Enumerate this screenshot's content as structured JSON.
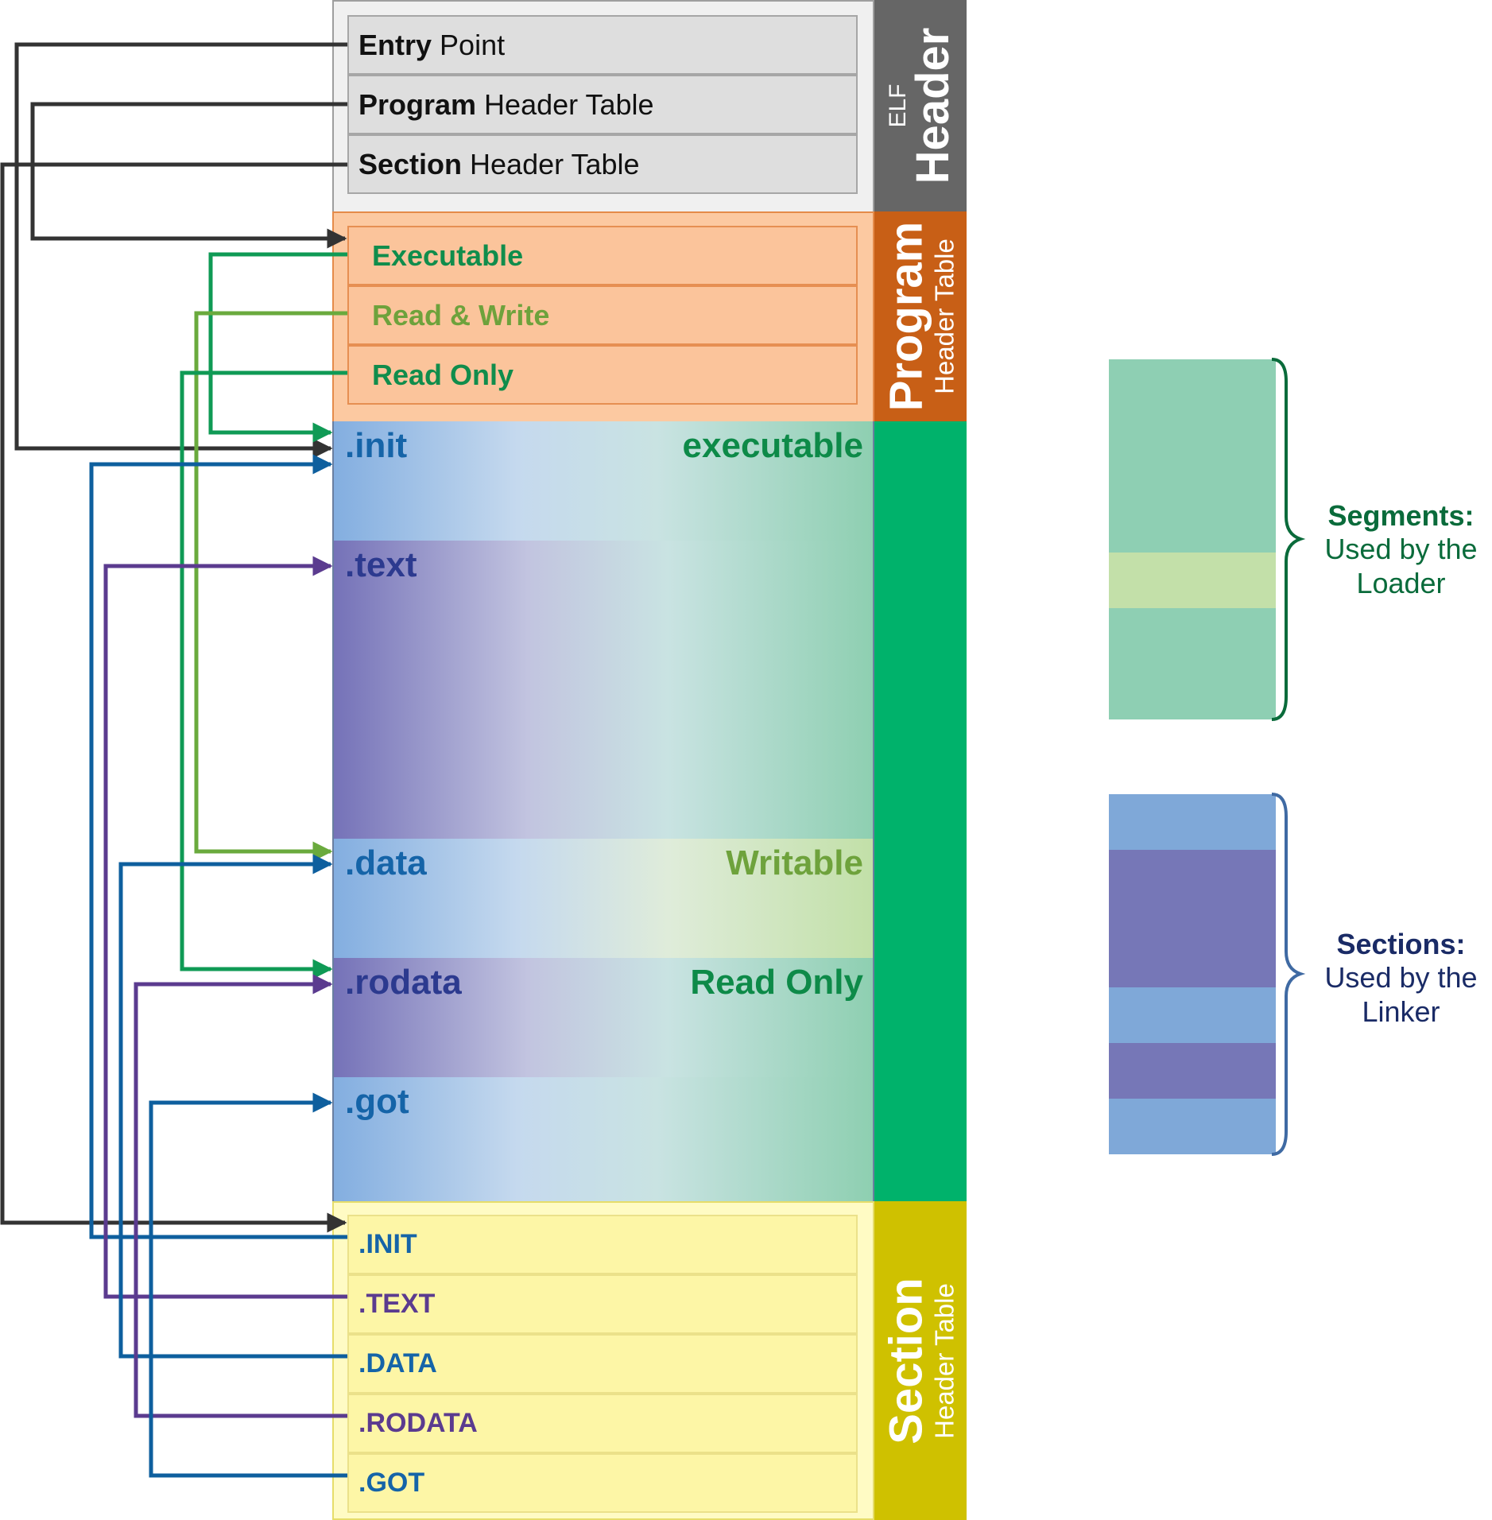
{
  "colors": {
    "elf_band": "#666666",
    "program_band": "#c85f16",
    "sections_band": "#00b26b",
    "section_table_band": "#cfc100",
    "arrow_black": "#333333",
    "arrow_green": "#0f9a55",
    "arrow_lightgreen": "#6aaa3d",
    "arrow_blue": "#0e5f9e",
    "arrow_purple": "#5b3b8f",
    "segments_text": "#0a6b3b",
    "sections_text": "#1a2b66"
  },
  "elf_header": {
    "band_small": "ELF",
    "band_big": "Header",
    "rows": [
      {
        "bold": "Entry",
        "rest": "Point"
      },
      {
        "bold": "Program",
        "rest": "Header Table"
      },
      {
        "bold": "Section",
        "rest": "Header Table"
      }
    ]
  },
  "program_header_table": {
    "band_big": "Program",
    "band_small": "Header Table",
    "rows": [
      {
        "label": "Executable",
        "color": "#108d4c"
      },
      {
        "label": "Read & Write",
        "color": "#6ea23c"
      },
      {
        "label": "Read Only",
        "color": "#108d4c"
      }
    ]
  },
  "sections": [
    {
      "name": ".init",
      "flag": "executable",
      "name_color": "#1564a8",
      "flag_color": "#0d8a48"
    },
    {
      "name": ".text",
      "flag": "",
      "name_color": "#2c3a8f",
      "flag_color": ""
    },
    {
      "name": ".data",
      "flag": "Writable",
      "name_color": "#1564a8",
      "flag_color": "#6ea23c"
    },
    {
      "name": ".rodata",
      "flag": "Read Only",
      "name_color": "#2c3a8f",
      "flag_color": "#0d8a48"
    },
    {
      "name": ".got",
      "flag": "",
      "name_color": "#1564a8",
      "flag_color": ""
    }
  ],
  "section_header_table": {
    "band_big": "Section",
    "band_small": "Header Table",
    "rows": [
      {
        "label": ".INIT",
        "color": "#1564a8"
      },
      {
        "label": ".TEXT",
        "color": "#5b3b8f"
      },
      {
        "label": ".DATA",
        "color": "#1564a8"
      },
      {
        "label": ".RODATA",
        "color": "#5b3b8f"
      },
      {
        "label": ".GOT",
        "color": "#1564a8"
      }
    ]
  },
  "legend": {
    "segments": {
      "title": "Segments:",
      "line1": "Used by the",
      "line2": "Loader",
      "colors": [
        "#8ecfb3",
        "#c3e0a9",
        "#8ecfb3"
      ]
    },
    "sections": {
      "title": "Sections:",
      "line1": "Used by the",
      "line2": "Linker",
      "colors": [
        "#7fa8d8",
        "#7677b7",
        "#7fa8d8",
        "#7677b7",
        "#7fa8d8"
      ]
    }
  }
}
